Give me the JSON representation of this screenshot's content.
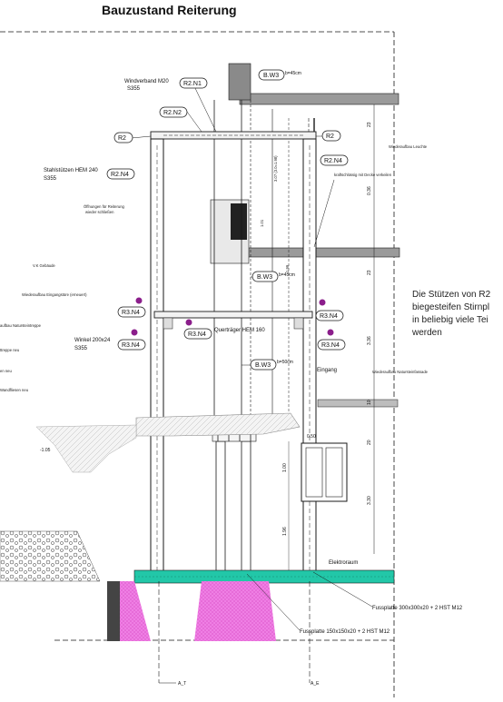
{
  "title": "Bauzustand Reiterung",
  "bubbles": {
    "bw3_top": "B.W3",
    "r2n1": "R2.N1",
    "r2n2": "R2.N2",
    "r2_left": "R2",
    "r2_right": "R2",
    "r2n4_left": "R2.N4",
    "r2n4_right": "R2.N4",
    "bw3_mid": "B.W3",
    "r3n4_left_a": "R3.N4",
    "r3n4_left_b": "R3.N4",
    "r3n4_center": "R3.N4",
    "r3n4_right_a": "R3.N4",
    "r3n4_right_b": "R3.N4",
    "bw3_low": "B.W3"
  },
  "labels": {
    "windverband": "Windverband M20",
    "windverband_mat": "S355",
    "stahlstuetzen": "Stahlstützen HEM 240",
    "stahlstuetzen_mat": "S355",
    "oeffnungen_1": "Öffnungen für Reiterung",
    "oeffnungen_2": "wieder schließen",
    "vk_gebaeude": "V.K Gebäude",
    "wiederaufbau_eingang": "Wiederaufbau Eingangstüre (erneuert)",
    "winkel": "Winkel 200x24",
    "winkel_mat": "S355",
    "quertraeger": "Querträger HEM 160",
    "kraftschluessig": "kraftschlüssig mit Decke verkeilen",
    "wiederaufbau_leuchte": "Wiederaufbau Leuchte",
    "wiederaufbau_naturstein": "Wiederaufbau Natursteinfassade",
    "eingang": "Eingang",
    "elektroraum": "Elektroraum",
    "fussplatte_300": "Fussplatte 300x300x20 + 2 HST M12",
    "fussplatte_150": "Fussplatte 150x150x20 + 2 HST M12",
    "b45_top": "b=45cm",
    "b45_mid": "b=45cm",
    "b50": "b=50cm",
    "axis_at": "A_T",
    "axis_ae": "A_E",
    "left_frag_1": "aufbau Natursteintreppe",
    "left_frag_2": "ttreppe neu",
    "left_frag_3": "en neu",
    "left_frag_4": "Wandfliesen neu"
  },
  "dimensions": {
    "d_23": "23",
    "d_036": "0.36",
    "d_23b": "23",
    "d_336": "3.36",
    "d_10": "10",
    "d_20": "20",
    "d_330": "3.30",
    "d_100": "1.00",
    "d_196": "1.96",
    "d_105": "-1.05",
    "d_050": "0.50",
    "d_ved1": "3.07 (3.0=1.98)",
    "d_ved2": "1.01",
    "d_ved3": "1.99"
  },
  "note": {
    "line1": "Die Stützen von R2",
    "line2": "biegesteifen Stirnpl",
    "line3": "in beliebig viele Tei",
    "line4": "werden"
  },
  "colors": {
    "teal": "#22c7a8",
    "magenta": "#ef7fe4",
    "purple": "#8b1e8b",
    "grey": "#8a8a8a",
    "line": "#1a1a1a"
  }
}
